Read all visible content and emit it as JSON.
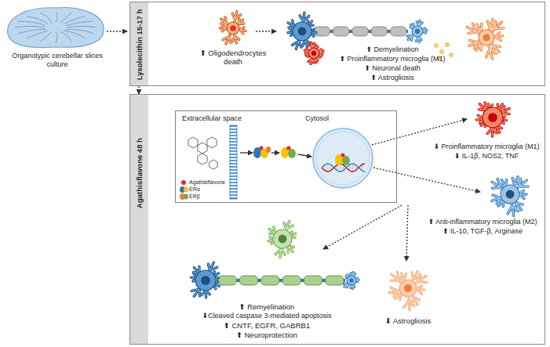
{
  "diagram": {
    "nodes": [
      {
        "text": [
          "Lysolecithin 15-17 h"
        ]
      },
      {
        "text": [
          "Agathisflavone 48 h"
        ]
      },
      {
        "text": [
          "Extracellular space",
          "Cytosol"
        ],
        "in": 1
      }
    ],
    "edges": [
      {
        "from": 0,
        "to": 1,
        "arrow": "to"
      }
    ],
    "labels": [
      "Organotypic cerebellar slices culture",
      "⬆ Oligodendrocytes death",
      "⬆ Demyelination",
      "⬆ Proinflammatory microglia (M1)",
      "⬆ Neuronal death",
      "⬆ Astrogliosis",
      "⬇ Proinflammatory microglia (M1)",
      "⬇ IL-1β, NOS2, TNF",
      "⬆ Anti-inflammatory microglia (M2)",
      "⬆ IL-10, TGF-β, Arginase",
      "⬇ Astrogliosis",
      "⬆ Remyelination",
      "⬇Cleaved caspase 3-mediated apoptosis",
      "⬆ CNTF, EGFR, GABRB1",
      "⬆ Neuroprotection"
    ],
    "legend": [
      {
        "text": "Agathisflavone",
        "color": "#e8262b"
      },
      {
        "text": "ERα"
      },
      {
        "text": "ERβ"
      }
    ]
  }
}
